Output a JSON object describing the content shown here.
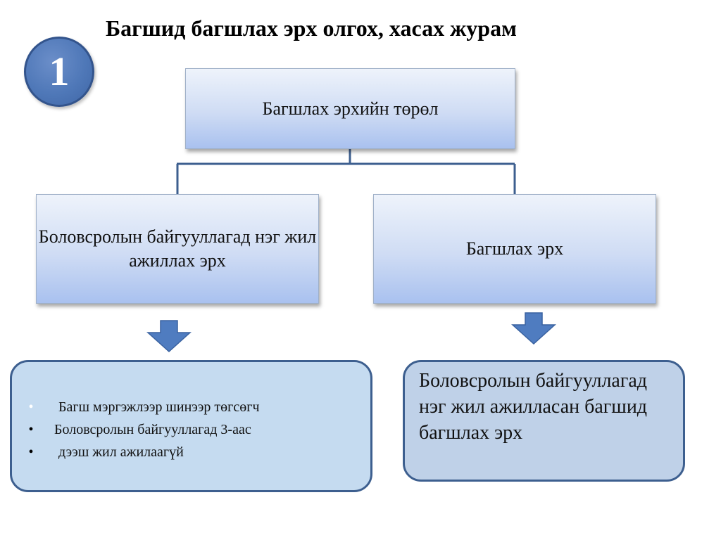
{
  "slide": {
    "title": "Багшид багшлах эрх олгох, хасах журам",
    "badge_number": "1"
  },
  "diagram": {
    "root": "Багшлах эрхийн төрөл",
    "left_child": "Боловсролын байгууллагад нэг жил ажиллах эрх",
    "right_child": "Багшлах эрх"
  },
  "left_detail": {
    "bullets": [
      "Багш мэргэжлээр шинээр төгсөгч",
      "Боловсролын байгууллагад 3-аас",
      "дээш жил ажилаагүй"
    ]
  },
  "right_detail": {
    "text": "Боловсролын байгууллагад  нэг жил ажилласан багшид багшлах эрх"
  },
  "colors": {
    "connector": "#3d5f8f",
    "arrow_fill": "#4f7cc0",
    "badge_fill": "#4f78b8"
  },
  "icons": {
    "down_arrow": "down-arrow-icon"
  }
}
